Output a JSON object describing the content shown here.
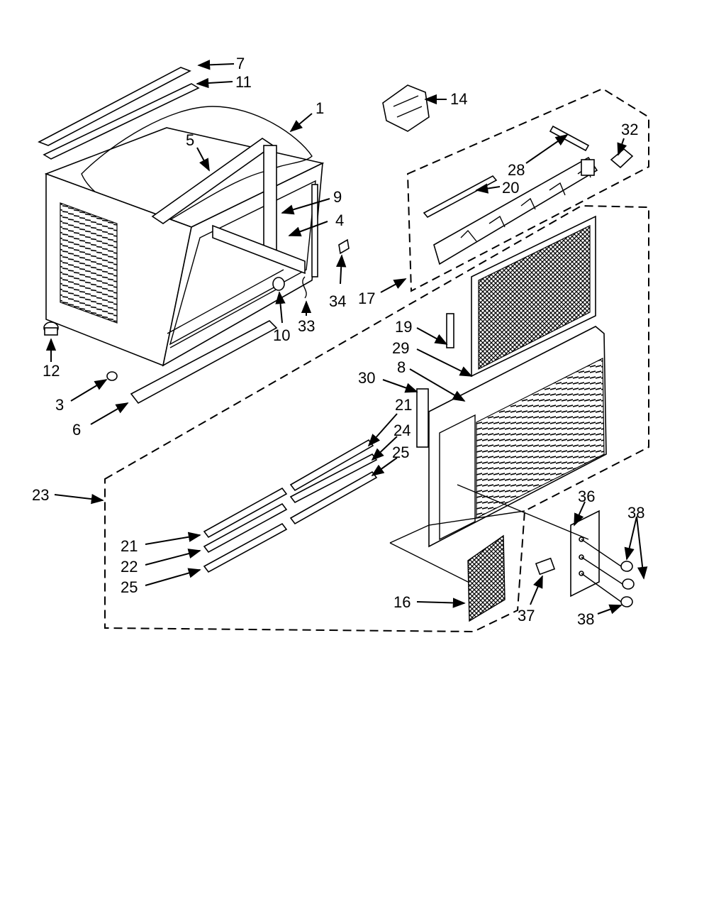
{
  "diagram": {
    "type": "exploded parts diagram",
    "labels": [
      "7",
      "11",
      "1",
      "5",
      "9",
      "4",
      "34",
      "33",
      "10",
      "12",
      "3",
      "6",
      "14",
      "32",
      "28",
      "20",
      "17",
      "19",
      "29",
      "8",
      "30",
      "21",
      "24",
      "25",
      "23",
      "21",
      "22",
      "25",
      "36",
      "38",
      "16",
      "37",
      "38"
    ]
  }
}
